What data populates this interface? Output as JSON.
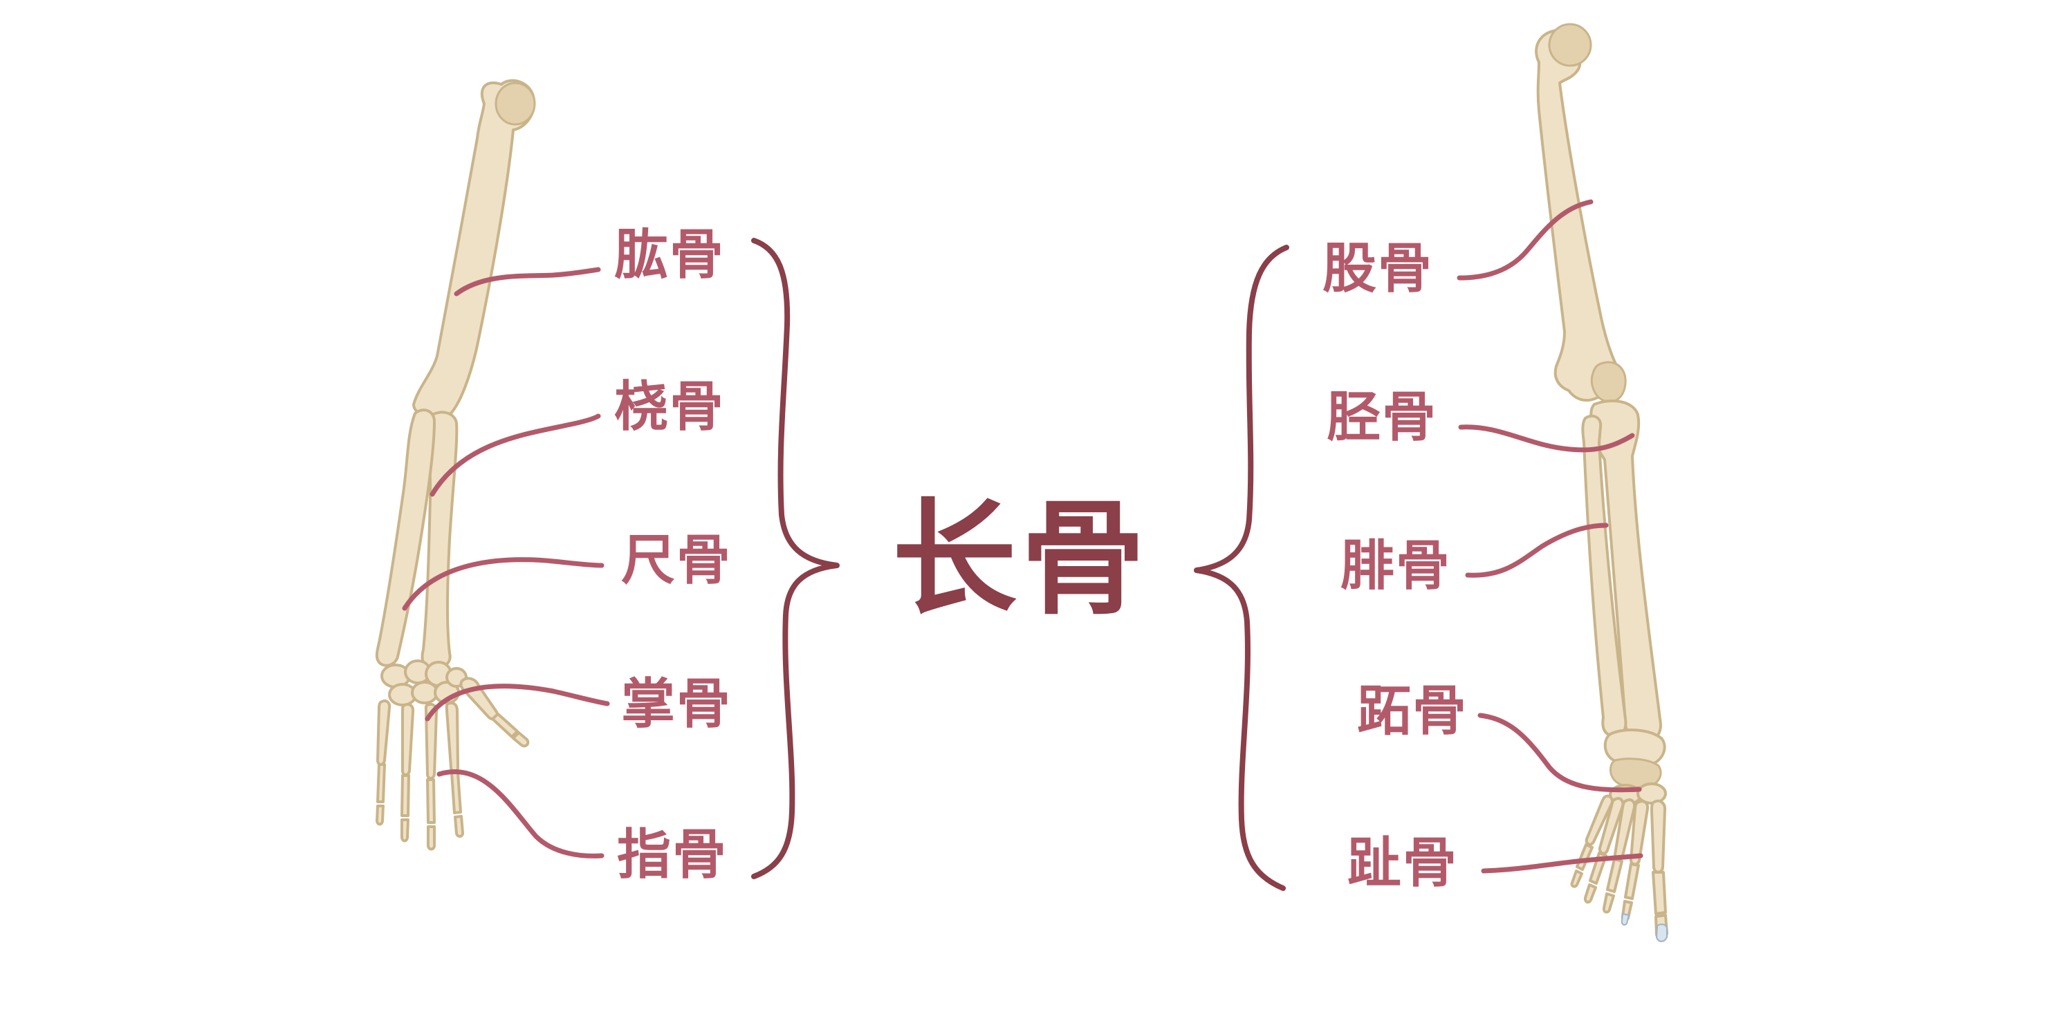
{
  "title": "长骨",
  "arm": {
    "labels": [
      "肱骨",
      "桡骨",
      "尺骨",
      "掌骨",
      "指骨"
    ]
  },
  "leg": {
    "labels": [
      "股骨",
      "胫骨",
      "腓骨",
      "跖骨",
      "趾骨"
    ]
  },
  "colors": {
    "label": "#b35a6a",
    "title": "#8a3f49",
    "bone_fill": "#efe1c6",
    "bone_outline": "#c9b48a"
  }
}
